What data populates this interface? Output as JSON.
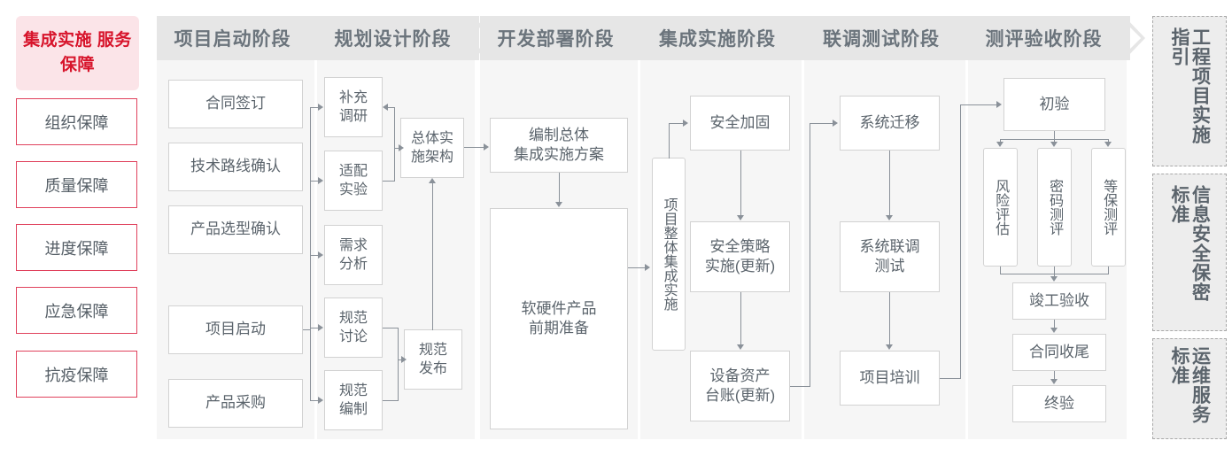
{
  "left_rail": {
    "title": "集成实施\n服务保障",
    "title_color": "#d7142b",
    "items": [
      {
        "label": "组织保障"
      },
      {
        "label": "质量保障"
      },
      {
        "label": "进度保障"
      },
      {
        "label": "应急保障"
      },
      {
        "label": "抗疫保障"
      }
    ]
  },
  "phases": [
    {
      "header": "项目启动阶段",
      "nodes": [
        {
          "label": "合同签订"
        },
        {
          "label": "技术路线确认"
        },
        {
          "label": "产品选型确认"
        },
        {
          "label": "项目启动"
        },
        {
          "label": "产品采购"
        }
      ]
    },
    {
      "header": "规划设计阶段",
      "nodes": [
        {
          "label": "补充\n调研"
        },
        {
          "label": "适配\n实验"
        },
        {
          "label": "需求\n分析"
        },
        {
          "label": "规范\n讨论"
        },
        {
          "label": "规范\n编制"
        },
        {
          "label": "总体实\n施架构"
        },
        {
          "label": "规范\n发布"
        }
      ]
    },
    {
      "header": "开发部署阶段",
      "nodes": [
        {
          "label": "编制总体\n集成实施方案"
        },
        {
          "label": "软硬件产品\n前期准备"
        }
      ]
    },
    {
      "header": "集成实施阶段",
      "nodes": [
        {
          "label": "项目整体集成实施"
        },
        {
          "label": "安全加固"
        },
        {
          "label": "安全策略\n实施(更新)"
        },
        {
          "label": "设备资产\n台账(更新)"
        }
      ]
    },
    {
      "header": "联调测试阶段",
      "nodes": [
        {
          "label": "系统迁移"
        },
        {
          "label": "系统联调\n测试"
        },
        {
          "label": "项目培训"
        }
      ]
    },
    {
      "header": "测评验收阶段",
      "nodes": [
        {
          "label": "初验"
        },
        {
          "label": "风险评估"
        },
        {
          "label": "密码测评"
        },
        {
          "label": "等保测评"
        },
        {
          "label": "竣工验收"
        },
        {
          "label": "合同收尾"
        },
        {
          "label": "终验"
        }
      ]
    }
  ],
  "right_rail": {
    "items": [
      {
        "label": "工程项目实施指引"
      },
      {
        "label": "信息安全保密标准"
      },
      {
        "label": "运维服务标准"
      }
    ]
  },
  "colors": {
    "accent_red": "#d7142b",
    "title_bg": "#fbe4e8",
    "column_bg": "#f6f6f6",
    "header_bg": "#e6e6e6",
    "node_border": "#d2d2d2",
    "connector": "#8a9199",
    "text": "#5b646c"
  }
}
